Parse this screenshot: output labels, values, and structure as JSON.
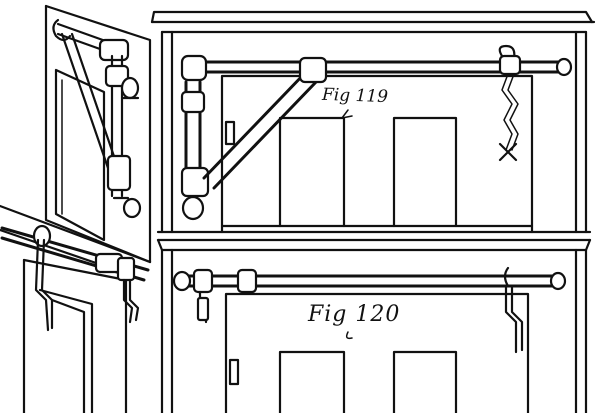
{
  "figures": [
    {
      "label": "Fig 119"
    },
    {
      "label": "Fig 120"
    }
  ],
  "marks": {
    "cross": "X"
  }
}
